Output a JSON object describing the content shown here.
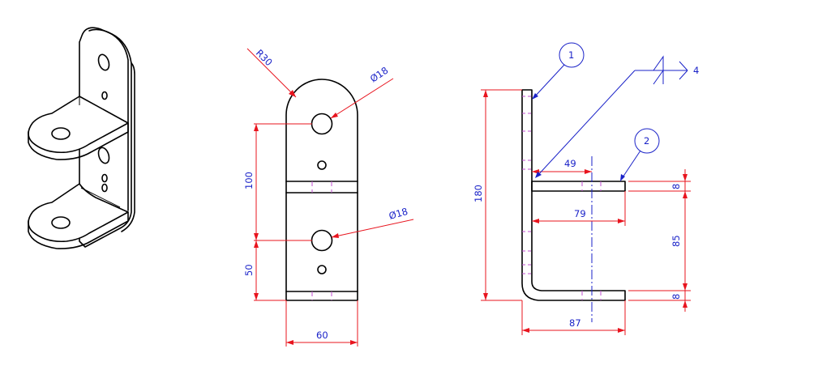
{
  "dimensions": {
    "front_radius": "R30",
    "hole_top_dia": "Ø18",
    "hole_mid_dia": "Ø18",
    "vertical_100": "100",
    "vertical_50": "50",
    "width_60": "60",
    "height_180": "180",
    "horiz_49": "49",
    "horiz_79": "79",
    "horiz_87": "87",
    "thick_top": "8",
    "gap_85": "85",
    "thick_bottom": "8"
  },
  "callouts": {
    "balloon_1": "1",
    "balloon_2": "2",
    "weld_size": "4"
  },
  "colors": {
    "object": "#000000",
    "dimension": "#e8141e",
    "text": "#1a22c8",
    "hidden": "#c050d0"
  }
}
